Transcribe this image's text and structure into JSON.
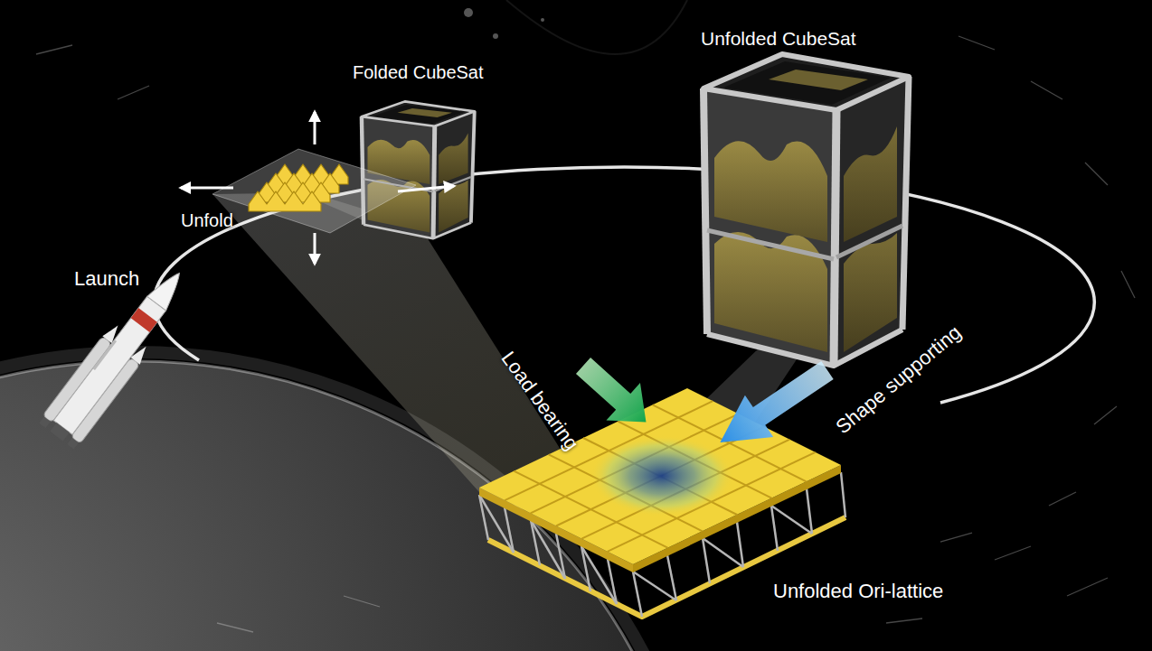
{
  "diagram": {
    "labels": [
      "Folded CubeSat",
      "Unfolded CubeSat",
      "Launch",
      "Unfold",
      "Load bearing",
      "Shape supporting",
      "Unfolded Ori-lattice"
    ]
  }
}
